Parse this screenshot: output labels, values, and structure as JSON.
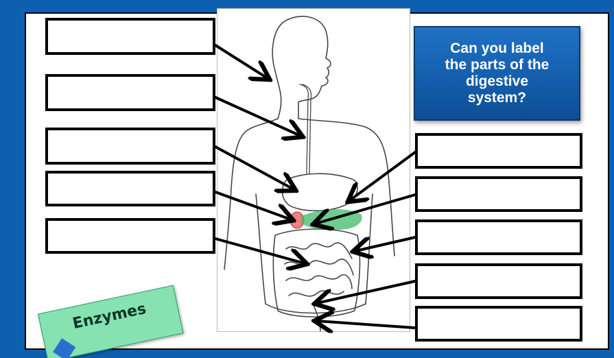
{
  "question": {
    "lines": [
      "Can you label",
      "the parts of the",
      "digestive",
      "system?"
    ]
  },
  "tag": {
    "label": "Enzymes"
  },
  "label_boxes": {
    "left_count": 5,
    "right_count": 5
  },
  "colors": {
    "frame_blue": "#0f5fb0",
    "card_blue": "#1565c0",
    "tag_green": "#86e2b1",
    "liver_highlight_red": "#f08080",
    "pancreas_highlight_green": "#3dbb6a"
  }
}
